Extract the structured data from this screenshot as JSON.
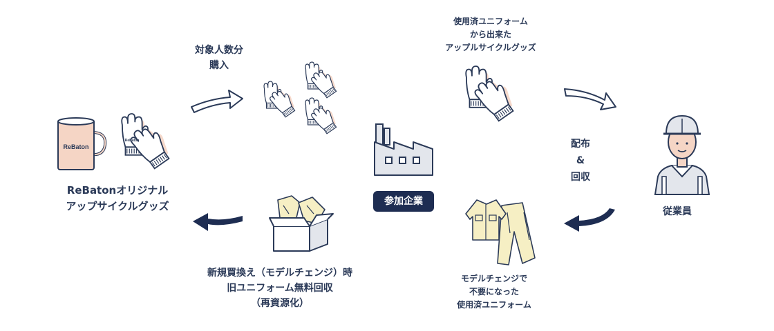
{
  "labels": {
    "buy": [
      "対象人数分",
      "購入"
    ],
    "upcycled": [
      "使用済ユニフォーム",
      "から出来た",
      "アップルサイクルグッズ"
    ],
    "rebaton": [
      "ReBatonオリジナル",
      "アップサイクルグッズ"
    ],
    "distribute": [
      "配布",
      "&",
      "回収"
    ],
    "employee": "従業員",
    "company": "参加企業",
    "exchange": [
      "新規買換え（モデルチェンジ）時",
      "旧ユニフォーム無料回収",
      "（再資源化）"
    ],
    "unneeded": [
      "モデルチェンジで",
      "不要になった",
      "使用済ユニフォーム"
    ],
    "mug_logo": "ReBaton",
    "glove_logo": "ReBaton"
  },
  "colors": {
    "navy": "#1e2d52",
    "peach": "#f5d5c5",
    "cream": "#f6efc4",
    "grey": "#e3e6ec",
    "line": "#2b3a58"
  }
}
